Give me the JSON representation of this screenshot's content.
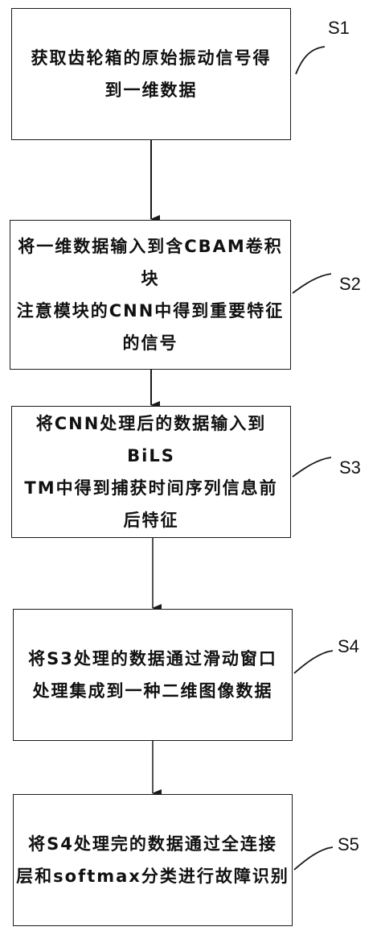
{
  "steps": [
    {
      "id": "S1",
      "text": "获取齿轮箱的原始振动信号得\n到一维数据"
    },
    {
      "id": "S2",
      "text": "将一维数据输入到含CBAM卷积块\n注意模块的CNN中得到重要特征\n的信号"
    },
    {
      "id": "S3",
      "text": "将CNN处理后的数据输入到BiLS\nTM中得到捕获时间序列信息前\n后特征"
    },
    {
      "id": "S4",
      "text": "将S3处理的数据通过滑动窗口\n处理集成到一种二维图像数据"
    },
    {
      "id": "S5",
      "text": "将S4处理完的数据通过全连接\n层和softmax分类进行故障识别"
    }
  ],
  "colors": {
    "line": "#1a1a1a",
    "background": "#ffffff"
  }
}
